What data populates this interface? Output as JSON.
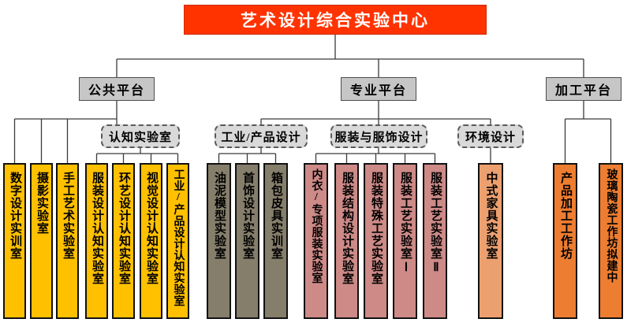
{
  "title": "艺术设计综合实验中心",
  "platforms": {
    "public": {
      "label": "公共平台"
    },
    "professional": {
      "label": "专业平台"
    },
    "processing": {
      "label": "加工平台"
    }
  },
  "groups": {
    "cognition": {
      "label": "认知实验室"
    },
    "industrial": {
      "label": "工业/产品设计"
    },
    "fashion": {
      "label": "服装与服饰设计"
    },
    "environment": {
      "label": "环境设计"
    }
  },
  "labs": {
    "public": [
      "数字设计实训室",
      "摄影实验室",
      "手工艺术实验室",
      "服装设计认知实验室",
      "环艺设计认知实验室",
      "视觉设计认知实验室",
      "工业/产品设计认知实验室"
    ],
    "industrial": [
      "油泥模型实验室",
      "首饰设计实验室",
      "箱包皮具实训室"
    ],
    "fashion": [
      "内衣/专项服装实验室",
      "服装结构设计实验室",
      "服装特殊工艺实验室",
      "服装工艺实验室Ⅰ",
      "服装工艺实验室Ⅱ"
    ],
    "environment": [
      "中式家具实验室"
    ],
    "processing": [
      "产品加工工作坊",
      "玻璃陶瓷工作坊拟建中"
    ]
  },
  "colors": {
    "title_bg": "#ff3300",
    "title_text": "#ffffff",
    "platform_bg": "#c6c6c6",
    "group_bg": "#d9d9d9",
    "public_lab_bg": "#ffc000",
    "industrial_lab_bg": "#857e6b",
    "fashion_lab_bg": "#cd8a87",
    "environment_lab_bg": "#eda06f",
    "processing_lab_bg": "#ed7d31",
    "connector": "#3a3a3a"
  }
}
